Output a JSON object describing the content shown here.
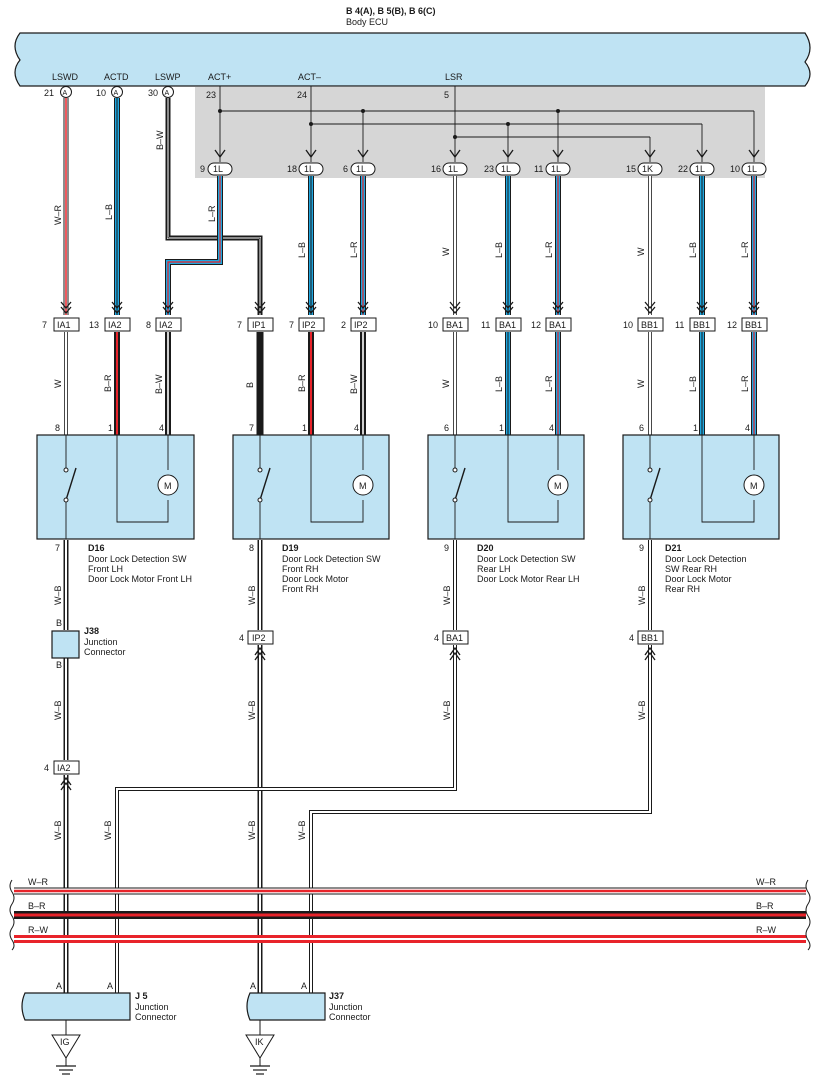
{
  "ecu": {
    "title": "B 4(A), B 5(B), B 6(C)",
    "name": "Body ECU",
    "pins": [
      {
        "label": "LSWD",
        "num": "21",
        "conn": "A"
      },
      {
        "label": "ACTD",
        "num": "10",
        "conn": "A"
      },
      {
        "label": "LSWP",
        "num": "30",
        "conn": "A"
      },
      {
        "label": "ACT+",
        "num": "23",
        "conn": ""
      },
      {
        "label": "ACT–",
        "num": "24",
        "conn": ""
      },
      {
        "label": "LSR",
        "num": "5",
        "conn": ""
      }
    ]
  },
  "junction_top": [
    {
      "num": "9",
      "conn": "1L"
    },
    {
      "num": "18",
      "conn": "1L"
    },
    {
      "num": "6",
      "conn": "1L"
    },
    {
      "num": "16",
      "conn": "1L"
    },
    {
      "num": "23",
      "conn": "1L"
    },
    {
      "num": "11",
      "conn": "1L"
    },
    {
      "num": "15",
      "conn": "1K"
    },
    {
      "num": "22",
      "conn": "1L"
    },
    {
      "num": "10",
      "conn": "1L"
    }
  ],
  "upper_wires": [
    "W–R",
    "L–B",
    "B–W",
    "L–R",
    "L–B",
    "L–R",
    "W",
    "L–B",
    "L–R",
    "W",
    "L–B",
    "L–R"
  ],
  "mid_connectors": [
    {
      "num": "7",
      "conn": "IA1"
    },
    {
      "num": "13",
      "conn": "IA2"
    },
    {
      "num": "8",
      "conn": "IA2"
    },
    {
      "num": "7",
      "conn": "IP1"
    },
    {
      "num": "7",
      "conn": "IP2"
    },
    {
      "num": "2",
      "conn": "IP2"
    },
    {
      "num": "10",
      "conn": "BA1"
    },
    {
      "num": "11",
      "conn": "BA1"
    },
    {
      "num": "12",
      "conn": "BA1"
    },
    {
      "num": "10",
      "conn": "BB1"
    },
    {
      "num": "11",
      "conn": "BB1"
    },
    {
      "num": "12",
      "conn": "BB1"
    }
  ],
  "lower_wires": [
    "W",
    "B–R",
    "B–W",
    "B",
    "B–R",
    "B–W",
    "W",
    "L–B",
    "L–R",
    "W",
    "L–B",
    "L–R"
  ],
  "pin_numbers_top": [
    "8",
    "1",
    "4",
    "7",
    "1",
    "4",
    "6",
    "1",
    "4",
    "6",
    "1",
    "4"
  ],
  "motor_label": "M",
  "doors": [
    {
      "id": "D16",
      "pin": "7",
      "lines": [
        "Door Lock Detection SW",
        "Front LH",
        "Door Lock Motor Front LH"
      ]
    },
    {
      "id": "D19",
      "pin": "8",
      "lines": [
        "Door Lock Detection SW",
        "Front RH",
        "Door Lock Motor",
        "Front RH"
      ]
    },
    {
      "id": "D20",
      "pin": "9",
      "lines": [
        "Door Lock Detection SW",
        "Rear LH",
        "Door Lock Motor Rear LH"
      ]
    },
    {
      "id": "D21",
      "pin": "9",
      "lines": [
        "Door Lock Detection",
        "SW Rear RH",
        "Door Lock Motor",
        "Rear RH"
      ]
    }
  ],
  "ground_wires": {
    "wb": "W–B",
    "b": "B"
  },
  "j38": {
    "id": "J38",
    "lines": [
      "Junction",
      "Connector"
    ]
  },
  "ground_connectors": [
    {
      "num": "4",
      "conn": "IP2"
    },
    {
      "num": "4",
      "conn": "BA1"
    },
    {
      "num": "4",
      "conn": "BB1"
    },
    {
      "num": "4",
      "conn": "IA2"
    }
  ],
  "buses": [
    {
      "name": "W–R",
      "color": "#e8232a"
    },
    {
      "name": "B–R",
      "color": "#e8232a"
    },
    {
      "name": "R–W",
      "color": "#e8232a"
    }
  ],
  "j5": {
    "id": "J 5",
    "lines": [
      "Junction",
      "Connector"
    ],
    "pin": "A"
  },
  "j37": {
    "id": "J37",
    "lines": [
      "Junction",
      "Connector"
    ],
    "pin": "A"
  },
  "grounds": [
    {
      "label": "IG"
    },
    {
      "label": "IK"
    }
  ],
  "colors": {
    "light_blue": "#bfe3f3",
    "blue": "#1ea7e0",
    "red": "#e8232a",
    "grey": "#d6d6d6"
  }
}
